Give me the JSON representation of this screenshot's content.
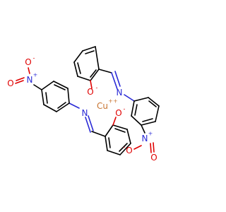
{
  "colors": {
    "carbon": "#000000",
    "nitrogen": "#2a2ad6",
    "oxygen": "#e00000",
    "copper": "#c87533"
  },
  "atoms": {
    "cu": "Cu",
    "cu_charge": "++",
    "phenoxide_o_top": "O",
    "phenoxide_o_top_charge": "-",
    "phenoxide_o_bottom": "O",
    "phenoxide_o_bottom_charge": "-",
    "imine_n_right": "N",
    "imine_n_left": "N",
    "nitro_left_o_minus": "O",
    "nitro_left_o_minus_charge": "-",
    "nitro_left_n": "N",
    "nitro_left_n_charge": "+",
    "nitro_left_o_double": "O",
    "nitro_right_n": "N",
    "nitro_right_n_charge": "+",
    "nitro_right_o_minus": "O",
    "nitro_right_o_minus_charge": "-",
    "nitro_right_o_double": "O"
  }
}
